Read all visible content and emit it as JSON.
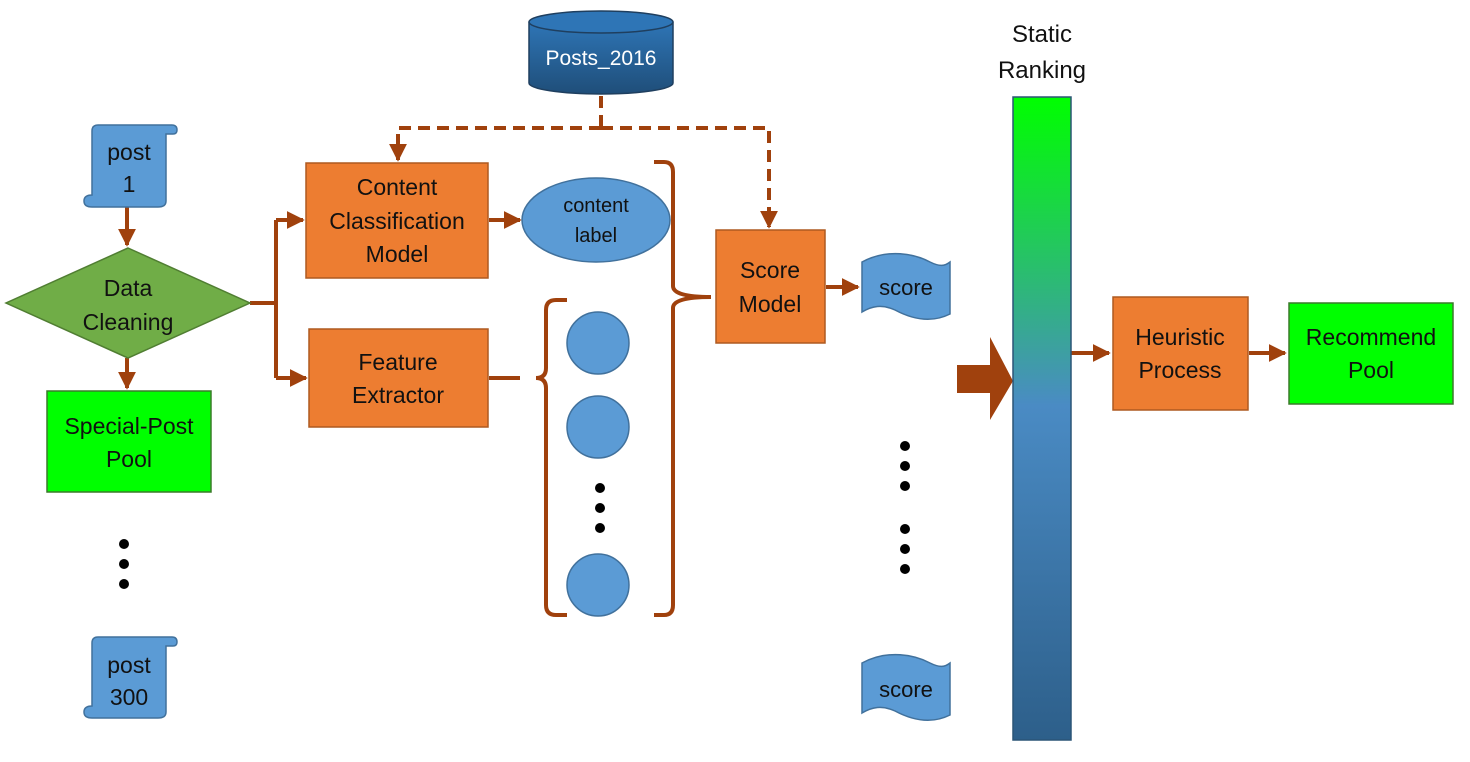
{
  "nodes": {
    "database": {
      "label": "Posts_2016"
    },
    "post_first": {
      "line1": "post",
      "line2": "1"
    },
    "post_last": {
      "line1": "post",
      "line2": "300"
    },
    "data_cleaning": {
      "line1": "Data",
      "line2": "Cleaning"
    },
    "special_pool": {
      "line1": "Special-Post",
      "line2": "Pool"
    },
    "content_model": {
      "line1": "Content",
      "line2": "Classification",
      "line3": "Model"
    },
    "content_label": {
      "line1": "content",
      "line2": "label"
    },
    "feature_extractor": {
      "line1": "Feature",
      "line2": "Extractor"
    },
    "score_model": {
      "line1": "Score",
      "line2": "Model"
    },
    "score_top": {
      "label": "score"
    },
    "score_bottom": {
      "label": "score"
    },
    "static_ranking": {
      "line1": "Static",
      "line2": "Ranking"
    },
    "heuristic": {
      "line1": "Heuristic",
      "line2": "Process"
    },
    "recommend_pool": {
      "line1": "Recommend",
      "line2": "Pool"
    }
  },
  "colors": {
    "orange": "#ED7D31",
    "orange_border": "#AE5A21",
    "blue": "#5B9BD5",
    "blue_border": "#41719C",
    "green": "#00FF00",
    "diamond_green": "#70AD47",
    "arrow": "#A0410D",
    "db_blue": "#1F4E79"
  }
}
